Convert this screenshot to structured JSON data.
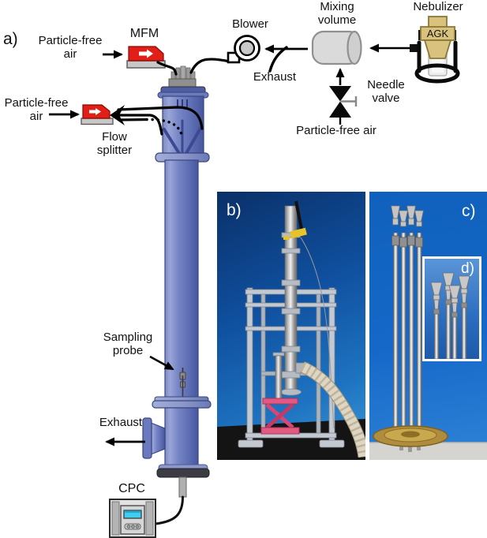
{
  "panel_labels": {
    "a": "a)",
    "b": "b)",
    "c": "c)",
    "d": "d)"
  },
  "schematic": {
    "particle_free_air_top": "Particle-free\nair",
    "mfm": "MFM",
    "particle_free_air_mid": "Particle-free\nair",
    "flow_splitter": "Flow\nsplitter",
    "blower": "Blower",
    "exhaust_top": "Exhaust",
    "mixing_volume": "Mixing\nvolume",
    "nebulizer": "Nebulizer",
    "nebulizer_model": "AGK",
    "needle_valve": "Needle\nvalve",
    "particle_free_air_bottom": "Particle-free air",
    "sampling_probe": "Sampling\nprobe",
    "exhaust_bottom": "Exhaust",
    "cpc": "CPC"
  },
  "colors": {
    "column_blue": "#6272b6",
    "mfm_red": "#e02018",
    "nebulizer_tan": "#d9c27e",
    "cpc_screen_cyan": "#40cdf0",
    "photo_b_background": "#0f4f9e",
    "photo_c_background": "#1568c8",
    "brass": "#b08c3e"
  }
}
